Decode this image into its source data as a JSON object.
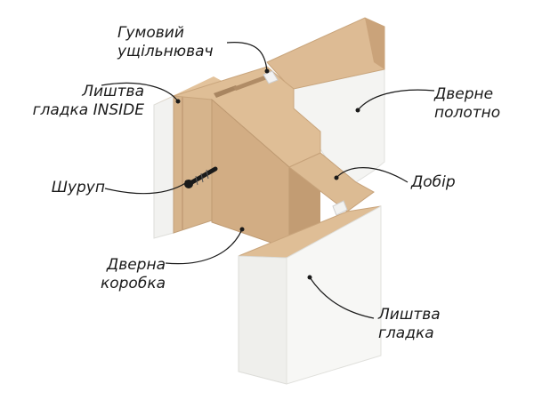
{
  "labels": {
    "gasket": [
      "Гумовий",
      "ущільнювач"
    ],
    "inside_casing": [
      "Лиштва",
      "гладка INSIDE"
    ],
    "door_leaf": [
      "Дверне",
      "полотно"
    ],
    "screw": [
      "Шуруп"
    ],
    "extension": [
      "Добір"
    ],
    "door_frame": [
      "Дверна",
      "коробка"
    ],
    "casing": [
      "Лиштва",
      "гладка"
    ]
  },
  "colors": {
    "mdf_light": "#ddbb94",
    "mdf_mid": "#caa37a",
    "mdf_dark": "#b8916a",
    "white": "#f7f7f5",
    "white_shadow": "#e6e6e3",
    "line": "#1a1a1a"
  }
}
